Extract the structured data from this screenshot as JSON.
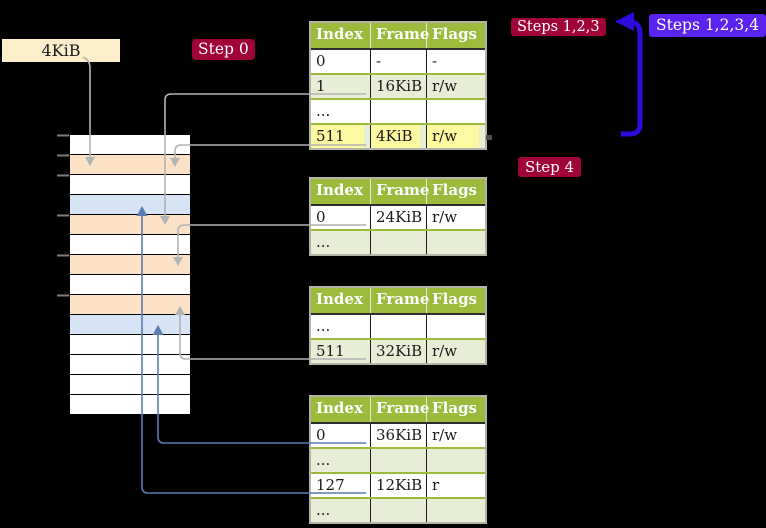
{
  "page_size_label": {
    "text": "4KiB"
  },
  "step_badges": [
    {
      "id": "step0",
      "text": "Step 0",
      "color": "red"
    },
    {
      "id": "steps123",
      "text": "Steps 1,2,3",
      "color": "red"
    },
    {
      "id": "steps1234",
      "text": "Steps 1,2,3,4",
      "color": "purple"
    },
    {
      "id": "step4",
      "text": "Step 4",
      "color": "red"
    }
  ],
  "page_tables": [
    {
      "name": "page-table-1",
      "headers": [
        "Index",
        "Frame",
        "Flags"
      ],
      "rows": [
        {
          "index": "0",
          "frame": "-",
          "flags": "-",
          "highlighted": false
        },
        {
          "index": "1",
          "frame": "16KiB",
          "flags": "r/w",
          "highlighted": false
        },
        {
          "index": "...",
          "frame": "",
          "flags": "",
          "highlighted": false
        },
        {
          "index": "511",
          "frame": "4KiB",
          "flags": "r/w",
          "highlighted": true
        }
      ]
    },
    {
      "name": "page-table-2",
      "headers": [
        "Index",
        "Frame",
        "Flags"
      ],
      "rows": [
        {
          "index": "0",
          "frame": "24KiB",
          "flags": "r/w",
          "highlighted": false
        },
        {
          "index": "...",
          "frame": "",
          "flags": "",
          "highlighted": false
        }
      ]
    },
    {
      "name": "page-table-3",
      "headers": [
        "Index",
        "Frame",
        "Flags"
      ],
      "rows": [
        {
          "index": "...",
          "frame": "",
          "flags": "",
          "highlighted": false
        },
        {
          "index": "511",
          "frame": "32KiB",
          "flags": "r/w",
          "highlighted": false
        }
      ]
    },
    {
      "name": "page-table-4",
      "headers": [
        "Index",
        "Frame",
        "Flags"
      ],
      "rows": [
        {
          "index": "0",
          "frame": "36KiB",
          "flags": "r/w",
          "highlighted": false
        },
        {
          "index": "...",
          "frame": "",
          "flags": "",
          "highlighted": false
        },
        {
          "index": "127",
          "frame": "12KiB",
          "flags": "r",
          "highlighted": false
        },
        {
          "index": "...",
          "frame": "",
          "flags": "",
          "highlighted": false
        }
      ]
    }
  ],
  "physical_memory": {
    "rows": [
      "white",
      "peach",
      "white",
      "blue",
      "peach",
      "white",
      "peach",
      "white",
      "peach",
      "blue",
      "white",
      "white",
      "white",
      "white"
    ]
  },
  "colors": {
    "background": "#000000",
    "table_header_green": "#9cbb3d",
    "table_row_green": "#e8eed6",
    "frame_peach": "#fbe2c7",
    "frame_blue": "#d6e4f5",
    "frame_white": "#ffffff",
    "highlight_yellow": "#fcf9a0",
    "badge_red": "#a00437",
    "badge_purple": "#5a23f0",
    "arrow_blue": "#2b0be0",
    "connector_gray": "#b3b3b3",
    "connector_steel_blue": "#5b7cb0",
    "label_box_cream": "#fdeecb"
  }
}
